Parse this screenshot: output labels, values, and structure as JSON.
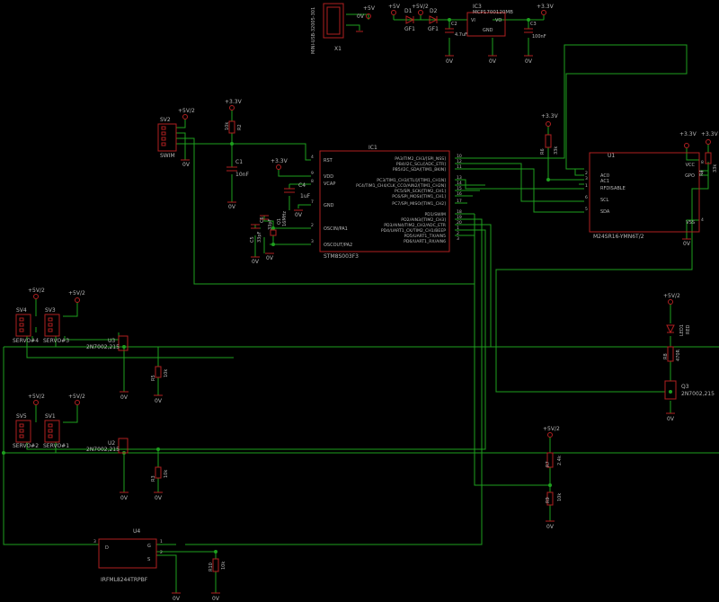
{
  "colors": {
    "background": "#000000",
    "wire": "#1e9f1e",
    "outline": "#b02020",
    "text": "#b8b8b8",
    "dim": "#8a8a8a"
  },
  "parts": {
    "x1": {
      "name": "X1",
      "value": "MINI-USB-32005-301"
    },
    "d1": {
      "name": "D1",
      "value": "GF1"
    },
    "d2": {
      "name": "D2",
      "value": "GF1"
    },
    "ic3": {
      "name": "IC3",
      "value": "MCP1700120MB",
      "pins": [
        "VI",
        "VO",
        "GND"
      ]
    },
    "c2": {
      "name": "C2",
      "value": "4.7uF"
    },
    "c3": {
      "name": "C3",
      "value": "100nF"
    },
    "sv2": {
      "name": "SV2",
      "value": "SWIM"
    },
    "r2": {
      "name": "R2",
      "value": "10k"
    },
    "c1": {
      "name": "C1",
      "value": "10nF"
    },
    "c4": {
      "name": "C4",
      "value": "1uF"
    },
    "c5": {
      "name": "C5",
      "value": "33pF"
    },
    "c6": {
      "name": "C6",
      "value": "33pF"
    },
    "q1": {
      "name": "Q1",
      "value": "16MHz"
    },
    "ic1": {
      "name": "IC1",
      "value": "STM8S003F3",
      "left_pins": [
        {
          "label": "RST",
          "num": "4"
        },
        {
          "label": "VDD",
          "num": "9"
        },
        {
          "label": "VCAP",
          "num": "8"
        },
        {
          "label": "GND",
          "num": "7"
        },
        {
          "label": "OSCIN/PA1",
          "num": "2"
        },
        {
          "label": "OSCOUT/PA2",
          "num": "3"
        }
      ],
      "right_pins": [
        {
          "label": "PA3/TIM2_CH3/[SPI_NSS]",
          "num": "10"
        },
        {
          "label": "PB4/I2C_SCL/[ADC_ETR]",
          "num": "12"
        },
        {
          "label": "PB5/I2C_SDA/[TIM1_BKIN]",
          "num": "11"
        },
        {
          "label": "PC3/TIM1_CH3/[TLI]/[TIM1_CH1N]",
          "num": "13"
        },
        {
          "label": "PC4/TIM1_CH4/CLK_CCO/AIN2/[TIM1_CH2N]",
          "num": "14"
        },
        {
          "label": "PC5/SPI_SCK/[TIM2_CH1]",
          "num": "15"
        },
        {
          "label": "PC6/SPI_MOSI/[TIM1_CH1]",
          "num": "16"
        },
        {
          "label": "PC7/SPI_MISO/[TIM1_CH2]",
          "num": "17"
        },
        {
          "label": "PD1/SWIM",
          "num": "18"
        },
        {
          "label": "PD2/AIN3/[TIM2_CH3]",
          "num": "19"
        },
        {
          "label": "PD3/AIN4/TIM2_CH2/ADC_ETR",
          "num": "20"
        },
        {
          "label": "PD4/UART1_CK/TIM2_CH1/BEEP",
          "num": "1"
        },
        {
          "label": "PD5/UART1_TX/AIN5",
          "num": "2"
        },
        {
          "label": "PD6/UART1_RX/AIN6",
          "num": "3"
        }
      ]
    },
    "r6": {
      "name": "R6",
      "value": "33k"
    },
    "u1": {
      "name": "U1",
      "value": "M24SR16-YMN6T/2",
      "left_pins": [
        {
          "label": "AC0",
          "num": "2"
        },
        {
          "label": "AC1",
          "num": "3"
        },
        {
          "label": "RFDISABLE",
          "num": "1"
        },
        {
          "label": "SCL",
          "num": "6"
        },
        {
          "label": "SDA",
          "num": "5"
        }
      ],
      "right_pins": [
        {
          "label": "VCC",
          "num": "8"
        },
        {
          "label": "GPO",
          "num": "7"
        },
        {
          "label": "VSS",
          "num": "4"
        }
      ]
    },
    "r4": {
      "name": "R4",
      "value": "33k"
    },
    "sv4": {
      "name": "SV4",
      "value": "SERVO#4"
    },
    "sv3": {
      "name": "SV3",
      "value": "SERVO#3"
    },
    "sv5": {
      "name": "SV5",
      "value": "SERVO#2"
    },
    "sv1": {
      "name": "SV1",
      "value": "SERVO#1"
    },
    "u3": {
      "name": "U3",
      "value": "2N7002,215"
    },
    "u2": {
      "name": "U2",
      "value": "2N7002,215"
    },
    "r5": {
      "name": "R5",
      "value": "10k"
    },
    "r3": {
      "name": "R3",
      "value": "10k"
    },
    "led1": {
      "name": "LED1",
      "value": "RED"
    },
    "r8": {
      "name": "R8",
      "value": "470R"
    },
    "q3": {
      "name": "Q3",
      "value": "2N7002,215"
    },
    "r7": {
      "name": "R7",
      "value": "2.4k"
    },
    "r9": {
      "name": "R9",
      "value": "10k"
    },
    "u4": {
      "name": "U4",
      "value": "IRFML8244TRPBF",
      "pins": [
        "D",
        "G",
        "S"
      ]
    },
    "r10": {
      "name": "R10",
      "value": "10k"
    }
  },
  "power": {
    "v5": "+5V",
    "v5_2": "+5V/2",
    "v33": "+3.3V",
    "gnd": "0V"
  },
  "pin_numbers": {
    "n1": "1",
    "n2": "2",
    "n3": "3",
    "n4": "4"
  }
}
